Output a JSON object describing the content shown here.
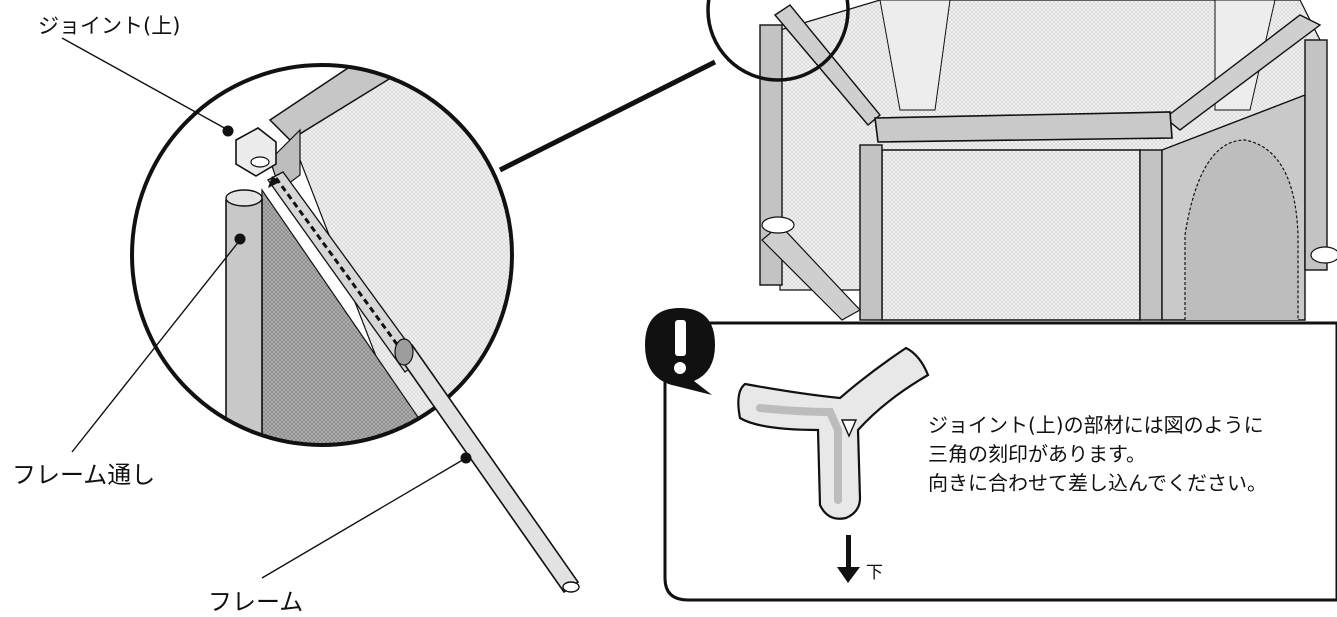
{
  "labels": {
    "joint_upper": "ジョイント(上)",
    "frame_channel": "フレーム通し",
    "frame": "フレーム",
    "down": "下"
  },
  "caution": {
    "icon": "exclamation-icon",
    "lines": [
      "ジョイント(上)の部材には図のように",
      "三角の刻印があります。",
      "向きに合わせて差し込んでください。"
    ]
  },
  "colors": {
    "line": "#111111",
    "panel_gray": "#c8c8c8",
    "mesh_dark": "#9a9a9a",
    "mesh_light": "#e9e9e9",
    "pipe": "#dcdcdc"
  }
}
